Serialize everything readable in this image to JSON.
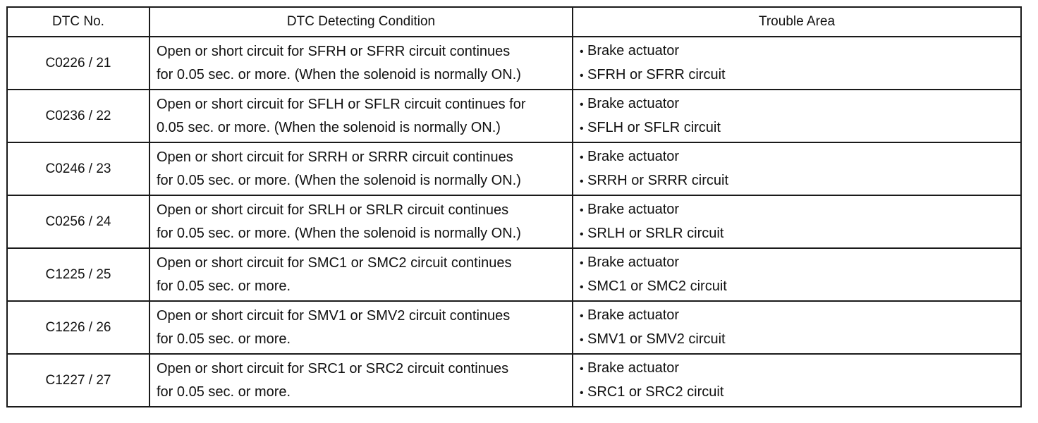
{
  "table": {
    "headers": {
      "dtc_no": "DTC No.",
      "condition": "DTC Detecting Condition",
      "trouble_area": "Trouble Area"
    },
    "bullet": "•",
    "rows": [
      {
        "dtc": "C0226 / 21",
        "condition": [
          "Open or short circuit for SFRH or SFRR circuit continues",
          "for 0.05 sec. or more. (When the solenoid is normally ON.)"
        ],
        "trouble_area": [
          "Brake actuator",
          "SFRH or SFRR circuit"
        ]
      },
      {
        "dtc": "C0236 / 22",
        "condition": [
          "Open or short circuit for SFLH or SFLR circuit continues for",
          "0.05 sec. or more. (When the solenoid is normally ON.)"
        ],
        "trouble_area": [
          "Brake actuator",
          "SFLH or SFLR circuit"
        ]
      },
      {
        "dtc": "C0246 / 23",
        "condition": [
          "Open or short circuit for SRRH or SRRR circuit continues",
          "for 0.05 sec. or more. (When the solenoid is normally ON.)"
        ],
        "trouble_area": [
          "Brake actuator",
          "SRRH or SRRR circuit"
        ]
      },
      {
        "dtc": "C0256 / 24",
        "condition": [
          "Open or short circuit for SRLH or SRLR circuit continues",
          "for 0.05 sec. or more. (When the solenoid is normally ON.)"
        ],
        "trouble_area": [
          "Brake actuator",
          "SRLH or SRLR circuit"
        ]
      },
      {
        "dtc": "C1225 / 25",
        "condition": [
          "Open or short circuit for SMC1 or SMC2 circuit continues",
          "for 0.05 sec. or more."
        ],
        "trouble_area": [
          "Brake actuator",
          "SMC1 or SMC2 circuit"
        ]
      },
      {
        "dtc": "C1226 / 26",
        "condition": [
          "Open or short circuit for SMV1 or SMV2 circuit continues",
          "for 0.05 sec. or more."
        ],
        "trouble_area": [
          "Brake actuator",
          "SMV1 or SMV2 circuit"
        ]
      },
      {
        "dtc": "C1227 / 27",
        "condition": [
          "Open or short circuit for SRC1 or SRC2 circuit continues",
          "for 0.05 sec. or more."
        ],
        "trouble_area": [
          "Brake actuator",
          "SRC1 or SRC2 circuit"
        ]
      }
    ]
  }
}
